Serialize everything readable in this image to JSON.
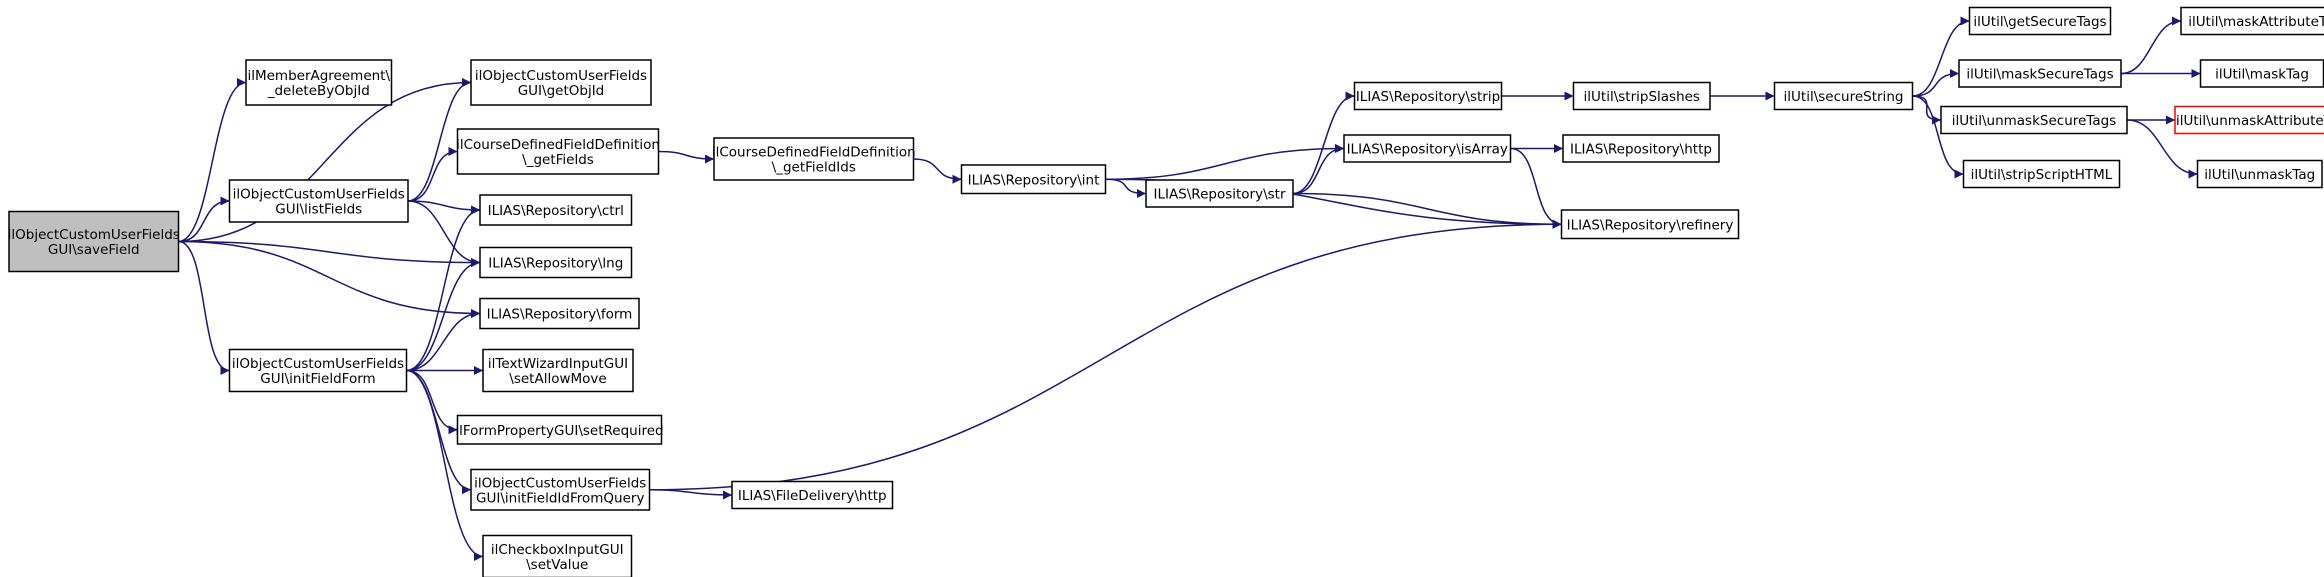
{
  "colors": {
    "edge": "#191970",
    "node_border": "#000000",
    "node_fill": "#ffffff",
    "root_fill": "#bfbfbf",
    "missing_border": "#ff0000"
  },
  "nodes": [
    {
      "id": "saveField",
      "lines": [
        "ilObjectCustomUserFields",
        "GUI\\saveField"
      ],
      "kind": "root"
    },
    {
      "id": "deleteByObjId",
      "lines": [
        "ilMemberAgreement\\",
        "_deleteByObjId"
      ]
    },
    {
      "id": "getObjId",
      "lines": [
        "ilObjectCustomUserFields",
        "GUI\\getObjId"
      ]
    },
    {
      "id": "listFields",
      "lines": [
        "ilObjectCustomUserFields",
        "GUI\\listFields"
      ]
    },
    {
      "id": "cdfGetFields",
      "lines": [
        "ilCourseDefinedFieldDefinition",
        "\\_getFields"
      ]
    },
    {
      "id": "ctrl",
      "lines": [
        "ILIAS\\Repository\\ctrl"
      ]
    },
    {
      "id": "lng",
      "lines": [
        "ILIAS\\Repository\\lng"
      ]
    },
    {
      "id": "form",
      "lines": [
        "ILIAS\\Repository\\form"
      ]
    },
    {
      "id": "initFieldForm",
      "lines": [
        "ilObjectCustomUserFields",
        "GUI\\initFieldForm"
      ]
    },
    {
      "id": "setAllowMove",
      "lines": [
        "ilTextWizardInputGUI",
        "\\setAllowMove"
      ]
    },
    {
      "id": "setRequired",
      "lines": [
        "ilFormPropertyGUI\\setRequired"
      ]
    },
    {
      "id": "initFieldIdFromQuery",
      "lines": [
        "ilObjectCustomUserFields",
        "GUI\\initFieldIdFromQuery"
      ]
    },
    {
      "id": "setValue",
      "lines": [
        "ilCheckboxInputGUI",
        "\\setValue"
      ]
    },
    {
      "id": "cdfGetFieldIds",
      "lines": [
        "ilCourseDefinedFieldDefinition",
        "\\_getFieldIds"
      ]
    },
    {
      "id": "repoInt",
      "lines": [
        "ILIAS\\Repository\\int"
      ]
    },
    {
      "id": "repoStr",
      "lines": [
        "ILIAS\\Repository\\str"
      ]
    },
    {
      "id": "repoStrip",
      "lines": [
        "ILIAS\\Repository\\strip"
      ]
    },
    {
      "id": "repoIsArray",
      "lines": [
        "ILIAS\\Repository\\isArray"
      ]
    },
    {
      "id": "repoRefinery",
      "lines": [
        "ILIAS\\Repository\\refinery"
      ]
    },
    {
      "id": "fdHttp",
      "lines": [
        "ILIAS\\FileDelivery\\http"
      ]
    },
    {
      "id": "stripSlashes",
      "lines": [
        "ilUtil\\stripSlashes"
      ]
    },
    {
      "id": "repoHttp",
      "lines": [
        "ILIAS\\Repository\\http"
      ]
    },
    {
      "id": "secureString",
      "lines": [
        "ilUtil\\secureString"
      ]
    },
    {
      "id": "getSecureTags",
      "lines": [
        "ilUtil\\getSecureTags"
      ]
    },
    {
      "id": "maskSecureTags",
      "lines": [
        "ilUtil\\maskSecureTags"
      ]
    },
    {
      "id": "unmaskSecureTags",
      "lines": [
        "ilUtil\\unmaskSecureTags"
      ]
    },
    {
      "id": "stripScriptHTML",
      "lines": [
        "ilUtil\\stripScriptHTML"
      ]
    },
    {
      "id": "maskAttributeTag",
      "lines": [
        "ilUtil\\maskAttributeTag"
      ]
    },
    {
      "id": "maskTag",
      "lines": [
        "ilUtil\\maskTag"
      ]
    },
    {
      "id": "unmaskAttributeTag",
      "lines": [
        "ilUtil\\unmaskAttributeTag"
      ],
      "kind": "missing"
    },
    {
      "id": "unmaskTag",
      "lines": [
        "ilUtil\\unmaskTag"
      ]
    }
  ],
  "edges": [
    [
      "saveField",
      "deleteByObjId"
    ],
    [
      "saveField",
      "getObjId"
    ],
    [
      "saveField",
      "listFields"
    ],
    [
      "saveField",
      "lng"
    ],
    [
      "saveField",
      "form"
    ],
    [
      "saveField",
      "initFieldForm"
    ],
    [
      "listFields",
      "getObjId"
    ],
    [
      "listFields",
      "cdfGetFields"
    ],
    [
      "listFields",
      "ctrl"
    ],
    [
      "listFields",
      "lng"
    ],
    [
      "initFieldForm",
      "ctrl"
    ],
    [
      "initFieldForm",
      "lng"
    ],
    [
      "initFieldForm",
      "form"
    ],
    [
      "initFieldForm",
      "setAllowMove"
    ],
    [
      "initFieldForm",
      "setRequired"
    ],
    [
      "initFieldForm",
      "initFieldIdFromQuery"
    ],
    [
      "initFieldForm",
      "setValue"
    ],
    [
      "cdfGetFields",
      "cdfGetFieldIds"
    ],
    [
      "cdfGetFieldIds",
      "repoInt"
    ],
    [
      "initFieldIdFromQuery",
      "fdHttp"
    ],
    [
      "initFieldIdFromQuery",
      "repoRefinery"
    ],
    [
      "repoInt",
      "repoIsArray"
    ],
    [
      "repoInt",
      "repoStr"
    ],
    [
      "repoInt",
      "repoRefinery"
    ],
    [
      "repoStr",
      "repoStrip"
    ],
    [
      "repoStr",
      "repoIsArray"
    ],
    [
      "repoStr",
      "repoRefinery"
    ],
    [
      "repoStrip",
      "stripSlashes"
    ],
    [
      "repoIsArray",
      "repoHttp"
    ],
    [
      "repoIsArray",
      "repoRefinery"
    ],
    [
      "stripSlashes",
      "secureString"
    ],
    [
      "secureString",
      "getSecureTags"
    ],
    [
      "secureString",
      "maskSecureTags"
    ],
    [
      "secureString",
      "unmaskSecureTags"
    ],
    [
      "secureString",
      "stripScriptHTML"
    ],
    [
      "maskSecureTags",
      "maskAttributeTag"
    ],
    [
      "maskSecureTags",
      "maskTag"
    ],
    [
      "unmaskSecureTags",
      "unmaskAttributeTag"
    ],
    [
      "unmaskSecureTags",
      "unmaskTag"
    ]
  ]
}
